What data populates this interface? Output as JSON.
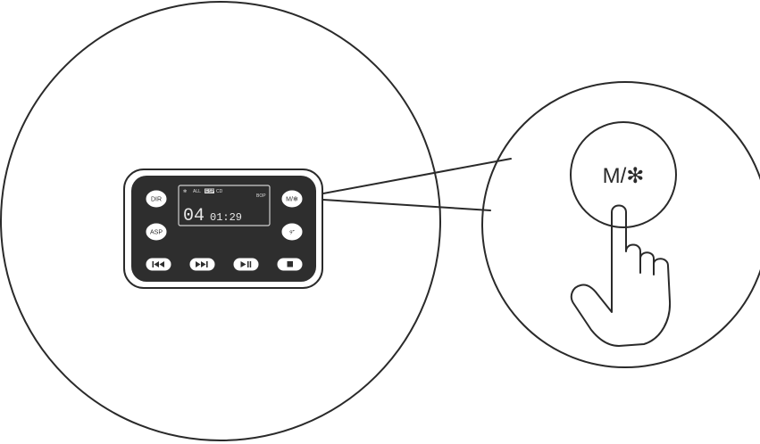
{
  "device": {
    "buttons": {
      "dir": "DIR",
      "asp": "ASP",
      "mode_bt": "M/✻",
      "volume": "୨⁺",
      "prev_icon": "previous-track-icon",
      "next_icon": "next-track-icon",
      "play_pause_icon": "play-pause-icon",
      "stop_icon": "stop-icon"
    },
    "display": {
      "indicator_all": "ALL",
      "indicator_mode": "ESP",
      "indicator_cd": "CD",
      "indicator_right": "BOP",
      "track": "04",
      "time": "01:29"
    }
  },
  "zoom": {
    "button_label": "M/✻",
    "hand_icon": "pointing-hand-icon"
  },
  "colors": {
    "ink": "#2a2a2a",
    "panel": "#2e2e2e",
    "background": "#ffffff"
  }
}
